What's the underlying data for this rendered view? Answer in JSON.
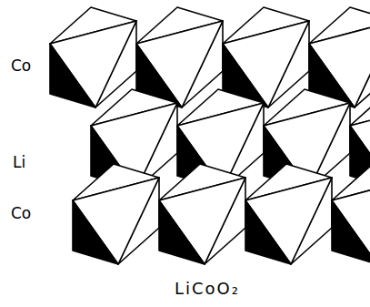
{
  "diagram": {
    "caption": "LiCoO₂",
    "labels": [
      "Co",
      "Li",
      "Co"
    ]
  }
}
